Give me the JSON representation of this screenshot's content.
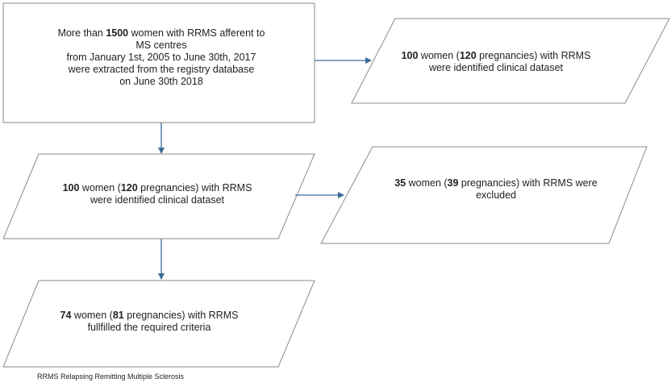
{
  "boxes": {
    "registry": {
      "line1_pre": "More than ",
      "line1_num": "1500",
      "line1_post": " women with RRMS afferent to",
      "line2": "MS centres",
      "line3": "from  January 1st, 2005 to June 30th, 2017",
      "line4": "were extracted from the registry database",
      "line5": "on June 30th 2018"
    },
    "identified_right": {
      "num1": "100",
      "mid": " women (",
      "num2": "120",
      "post": " pregnancies) with RRMS",
      "line2": "were identified clinical dataset"
    },
    "identified_left": {
      "num1": "100",
      "mid": " women (",
      "num2": "120",
      "post": " pregnancies) with RRMS",
      "line2": "were identified clinical dataset"
    },
    "excluded": {
      "num1": "35",
      "mid": " women (",
      "num2": "39",
      "post": " pregnancies) with RRMS were",
      "line2": "excluded"
    },
    "fulfilled": {
      "num1": "74",
      "mid": " women (",
      "num2": "81",
      "post": " pregnancies) with RRMS",
      "line2": "fullfilled the required criteria"
    }
  },
  "footnote": "RRMS Relapsing Remitting Multiple Sclerosis",
  "colors": {
    "arrow": "#3b6a96",
    "border": "#8a8a8a"
  }
}
